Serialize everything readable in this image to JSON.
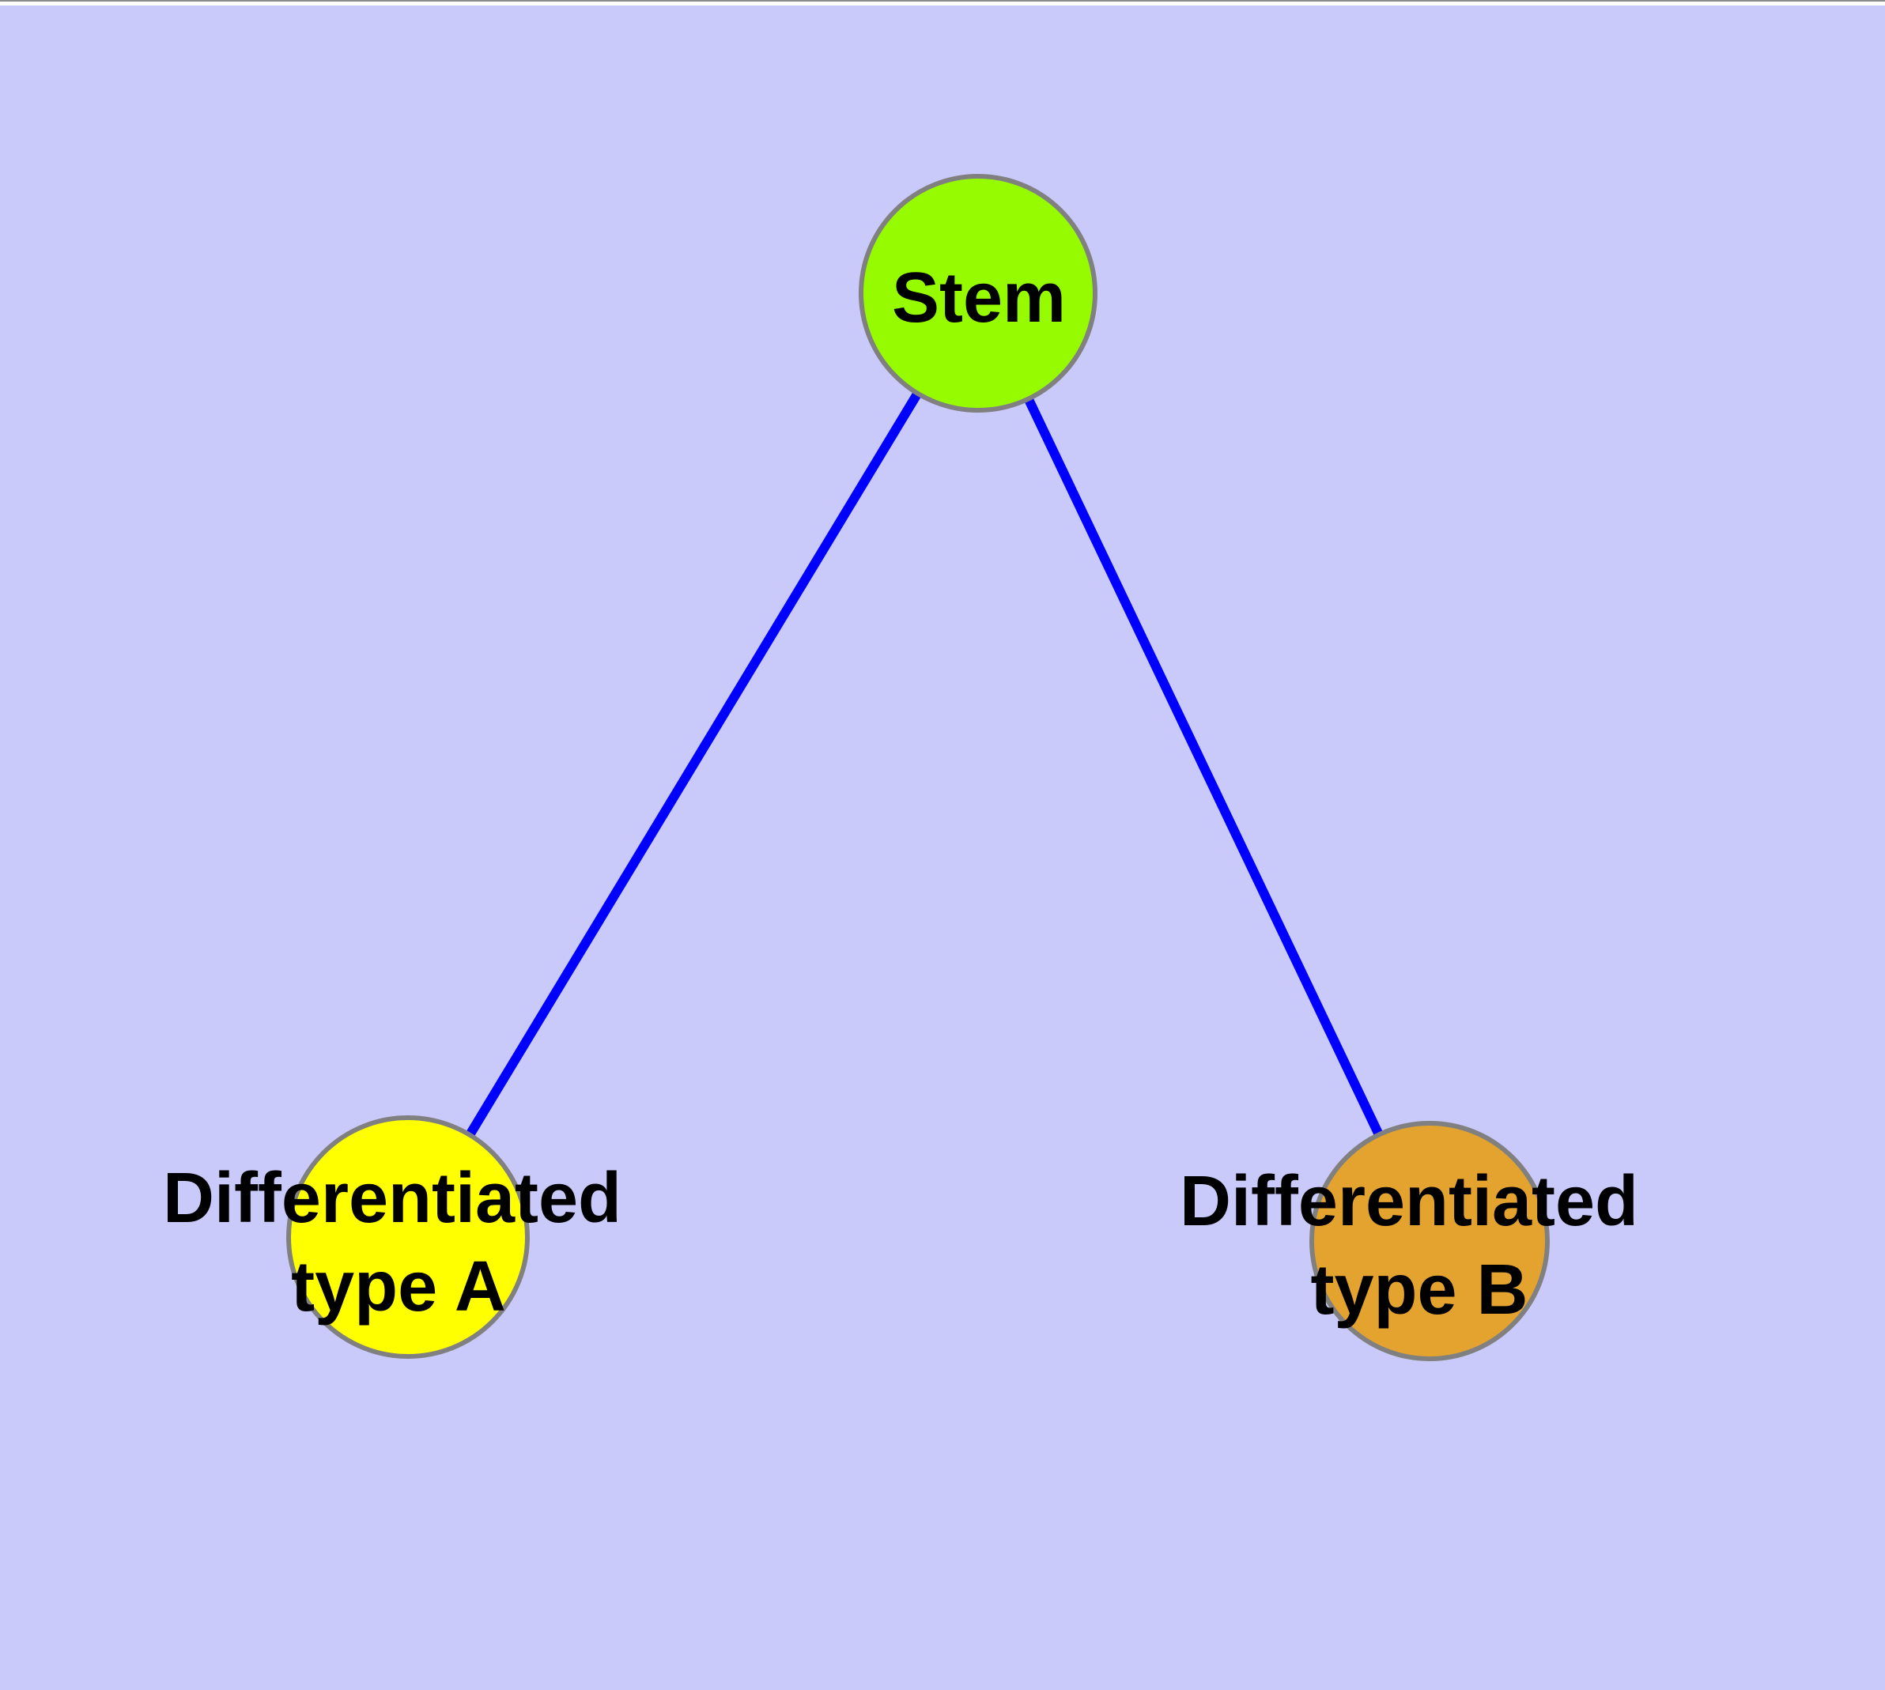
{
  "diagram": {
    "background_color": "#C9C9FA",
    "text_color": "#000000",
    "edge_color": "#0000FF",
    "node_border_color": "#808080",
    "nodes": [
      {
        "id": "stem",
        "label": "Stem",
        "fill": "#97FB00"
      },
      {
        "id": "differentiated-type-a",
        "label_line1": "Differentiated",
        "label_line2": "type A",
        "fill": "#FFFF00"
      },
      {
        "id": "differentiated-type-b",
        "label_line1": "Differentiated",
        "label_line2": "type B",
        "fill": "#E4A32F"
      }
    ],
    "edges": [
      {
        "from": "Stem",
        "to": "Differentiated type A"
      },
      {
        "from": "Stem",
        "to": "Differentiated type B"
      }
    ]
  }
}
